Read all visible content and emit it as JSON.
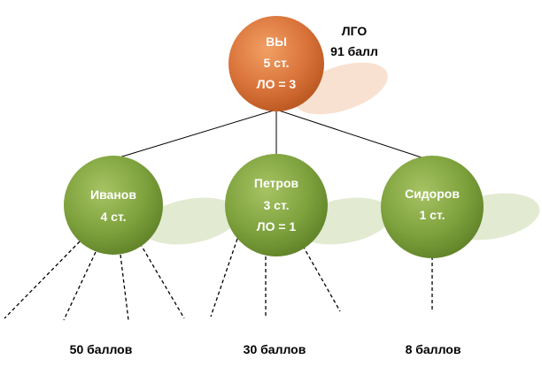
{
  "colors": {
    "root_fill": "#d9733a",
    "child_fill": "#7ea23d",
    "line": "#000000",
    "root_shadow": "#f6d9c4",
    "child_shadow": "#dfe8cc"
  },
  "root": {
    "lines": [
      "ВЫ",
      "5 ст.",
      "ЛО = 3"
    ],
    "side_lines": [
      "ЛГО",
      "91 балл"
    ]
  },
  "children": [
    {
      "lines": [
        "Иванов",
        "4 ст."
      ],
      "total": "50 баллов"
    },
    {
      "lines": [
        "Петров",
        "3 ст.",
        "ЛО = 1"
      ],
      "total": "30 баллов"
    },
    {
      "lines": [
        "Сидоров",
        "1 ст."
      ],
      "total": "8 баллов"
    }
  ]
}
